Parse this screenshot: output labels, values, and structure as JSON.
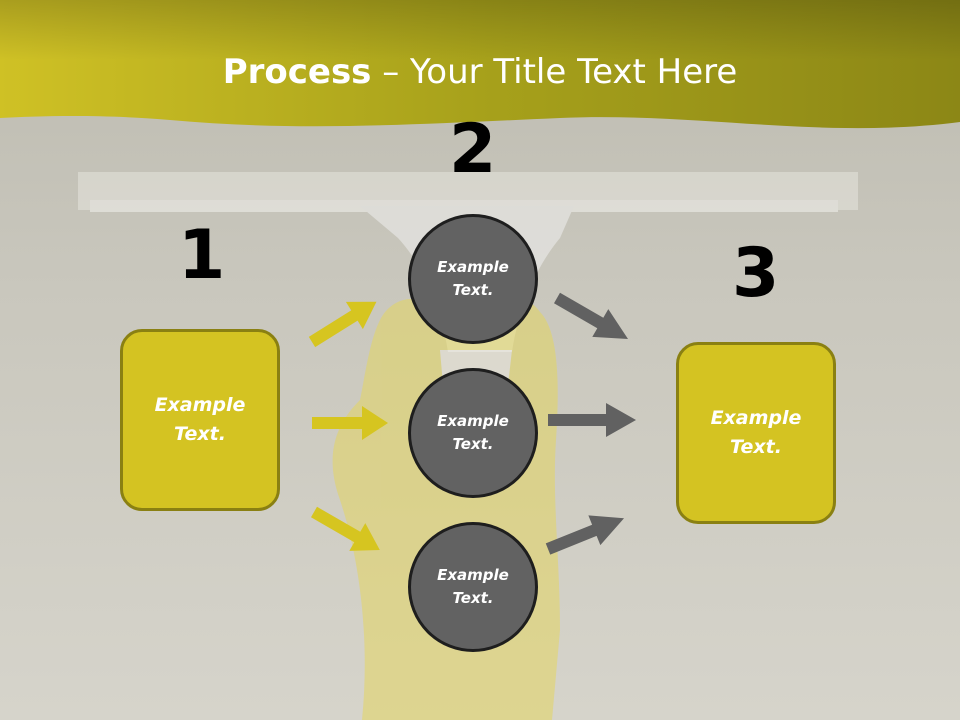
{
  "title": {
    "bold": "Process",
    "rest": " – Your Title Text Here"
  },
  "steps": {
    "one": "1",
    "two": "2",
    "three": "3"
  },
  "left_box": {
    "line1": "Example",
    "line2": "Text."
  },
  "right_box": {
    "line1": "Example",
    "line2": "Text."
  },
  "circles": [
    {
      "line1": "Example",
      "line2": "Text."
    },
    {
      "line1": "Example",
      "line2": "Text."
    },
    {
      "line1": "Example",
      "line2": "Text."
    }
  ],
  "colors": {
    "accent": "#d4c322",
    "accent_border": "#8a8012",
    "circle_fill": "#626262",
    "gray_arrow": "#616161",
    "yellow_arrow": "#d6c520",
    "header_band": "#a6a01a"
  }
}
